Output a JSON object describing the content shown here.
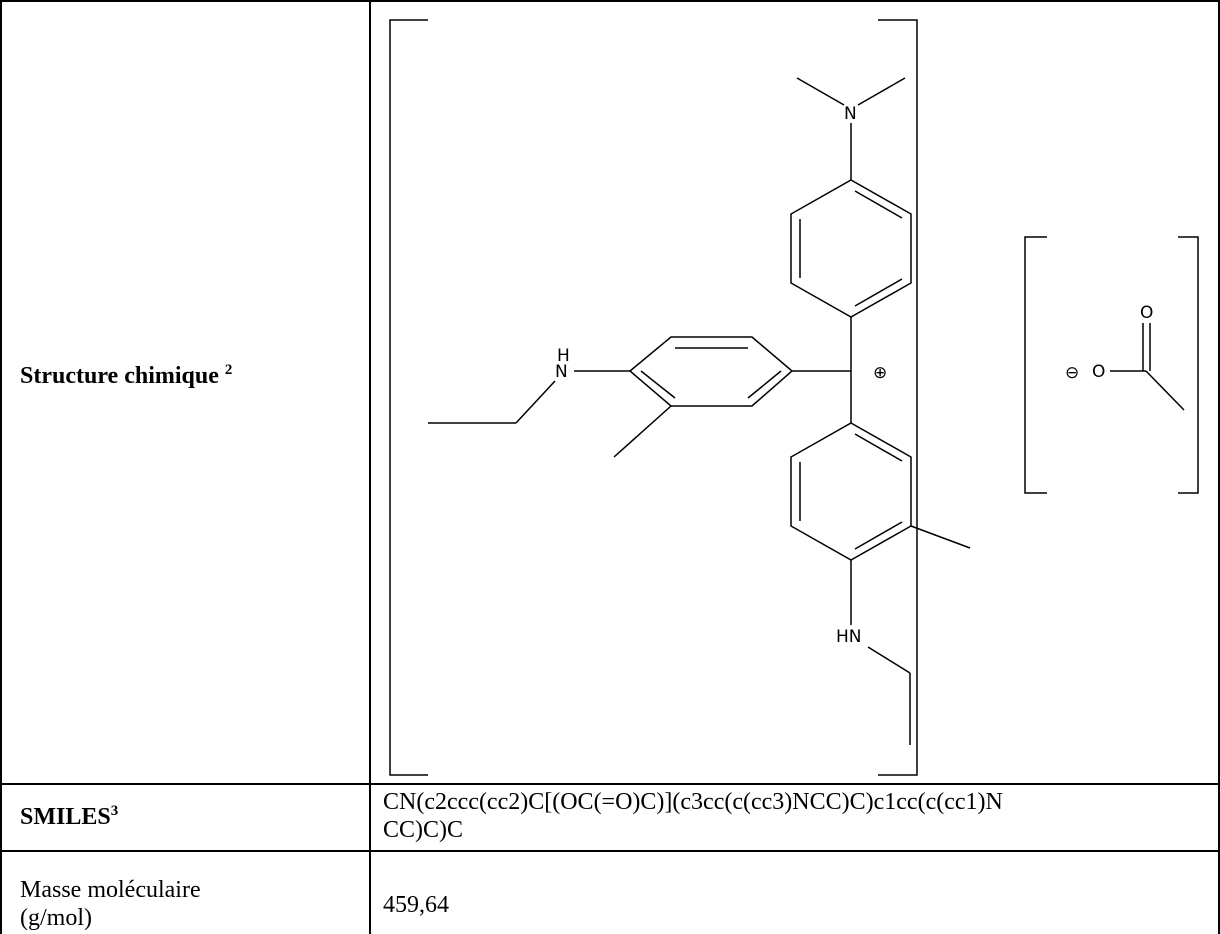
{
  "rows": [
    {
      "label": "Structure chimique",
      "label_sup": "2",
      "molecule": {
        "atom_labels": {
          "n_top": "N",
          "nh_left_h": "H",
          "nh_left_n": "N",
          "hn_bottom": "HN",
          "o_carbonyl": "O",
          "o_anion": "O",
          "plus_charge": "⊕",
          "minus_charge": "⊖"
        }
      }
    },
    {
      "label": "SMILES",
      "label_sup": "3",
      "value_line1": "CN(c2ccc(cc2)C[(OC(=O)C)](c3cc(c(cc3)NCC)C)c1cc(c(cc1)N",
      "value_line2": "CC)C)C"
    },
    {
      "label_line1": "Masse moléculaire",
      "label_line2": "(g/mol)",
      "value": "459,64"
    }
  ]
}
